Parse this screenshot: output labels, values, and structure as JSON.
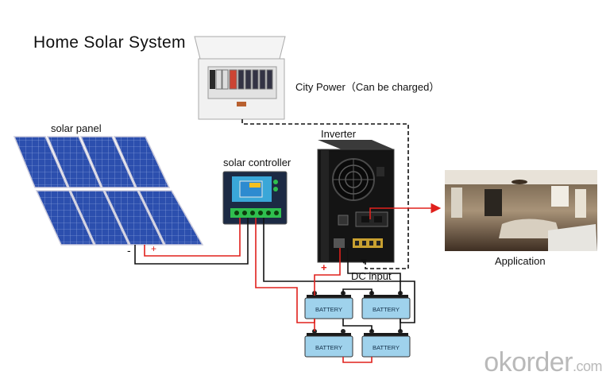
{
  "title": "Home Solar System",
  "labels": {
    "city_power": "City Power（Can be charged）",
    "solar_panel": "solar panel",
    "solar_controller": "solar controller",
    "inverter": "Inverter",
    "application": "Application",
    "dc_input": "DC input"
  },
  "battery_label": "BATTERY",
  "polarity": {
    "plus": "+",
    "minus": "-"
  },
  "watermark": {
    "brand": "okorder",
    "tld": ".com"
  },
  "colors": {
    "positive_wire": "#e0201c",
    "negative_wire": "#111111",
    "panel_blue": "#2c4fae",
    "battery_blue": "#9fd2ec",
    "watermark": "#b9b9b9"
  }
}
